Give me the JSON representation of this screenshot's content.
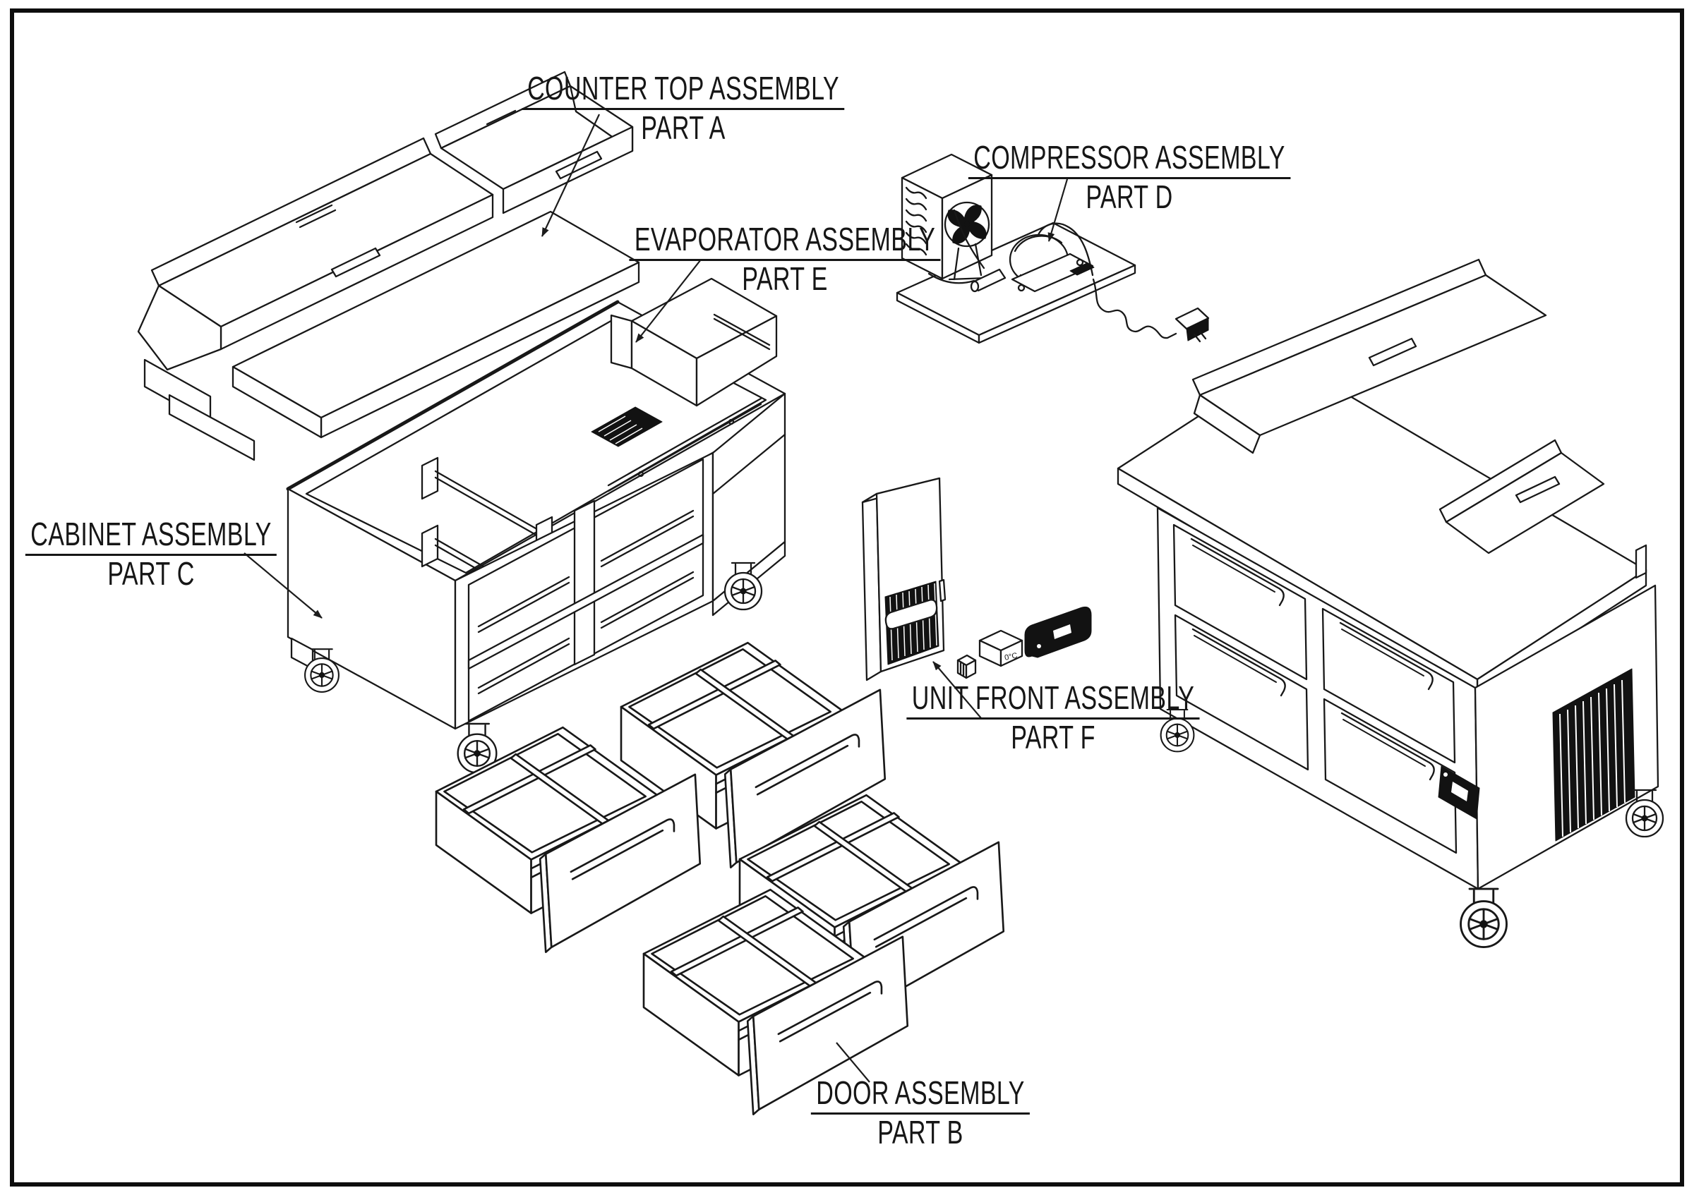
{
  "page": {
    "background": "#ffffff",
    "frame_color": "#0d0d0d",
    "ink_color": "#181818"
  },
  "callouts": {
    "counter_top": {
      "title": "COUNTER TOP ASSEMBLY",
      "part": "PART A"
    },
    "door": {
      "title": "DOOR ASSEMBLY",
      "part": "PART B"
    },
    "cabinet": {
      "title": "CABINET ASSEMBLY",
      "part": "PART C"
    },
    "compressor": {
      "title": "COMPRESSOR ASSEMBLY",
      "part": "PART D"
    },
    "evaporator": {
      "title": "EVAPORATOR ASSEMBLY",
      "part": "PART E"
    },
    "unit_front": {
      "title": "UNIT FRONT ASSEMBLY",
      "part": "PART F"
    }
  },
  "annotations": {
    "thermostat_display": "0°C"
  }
}
